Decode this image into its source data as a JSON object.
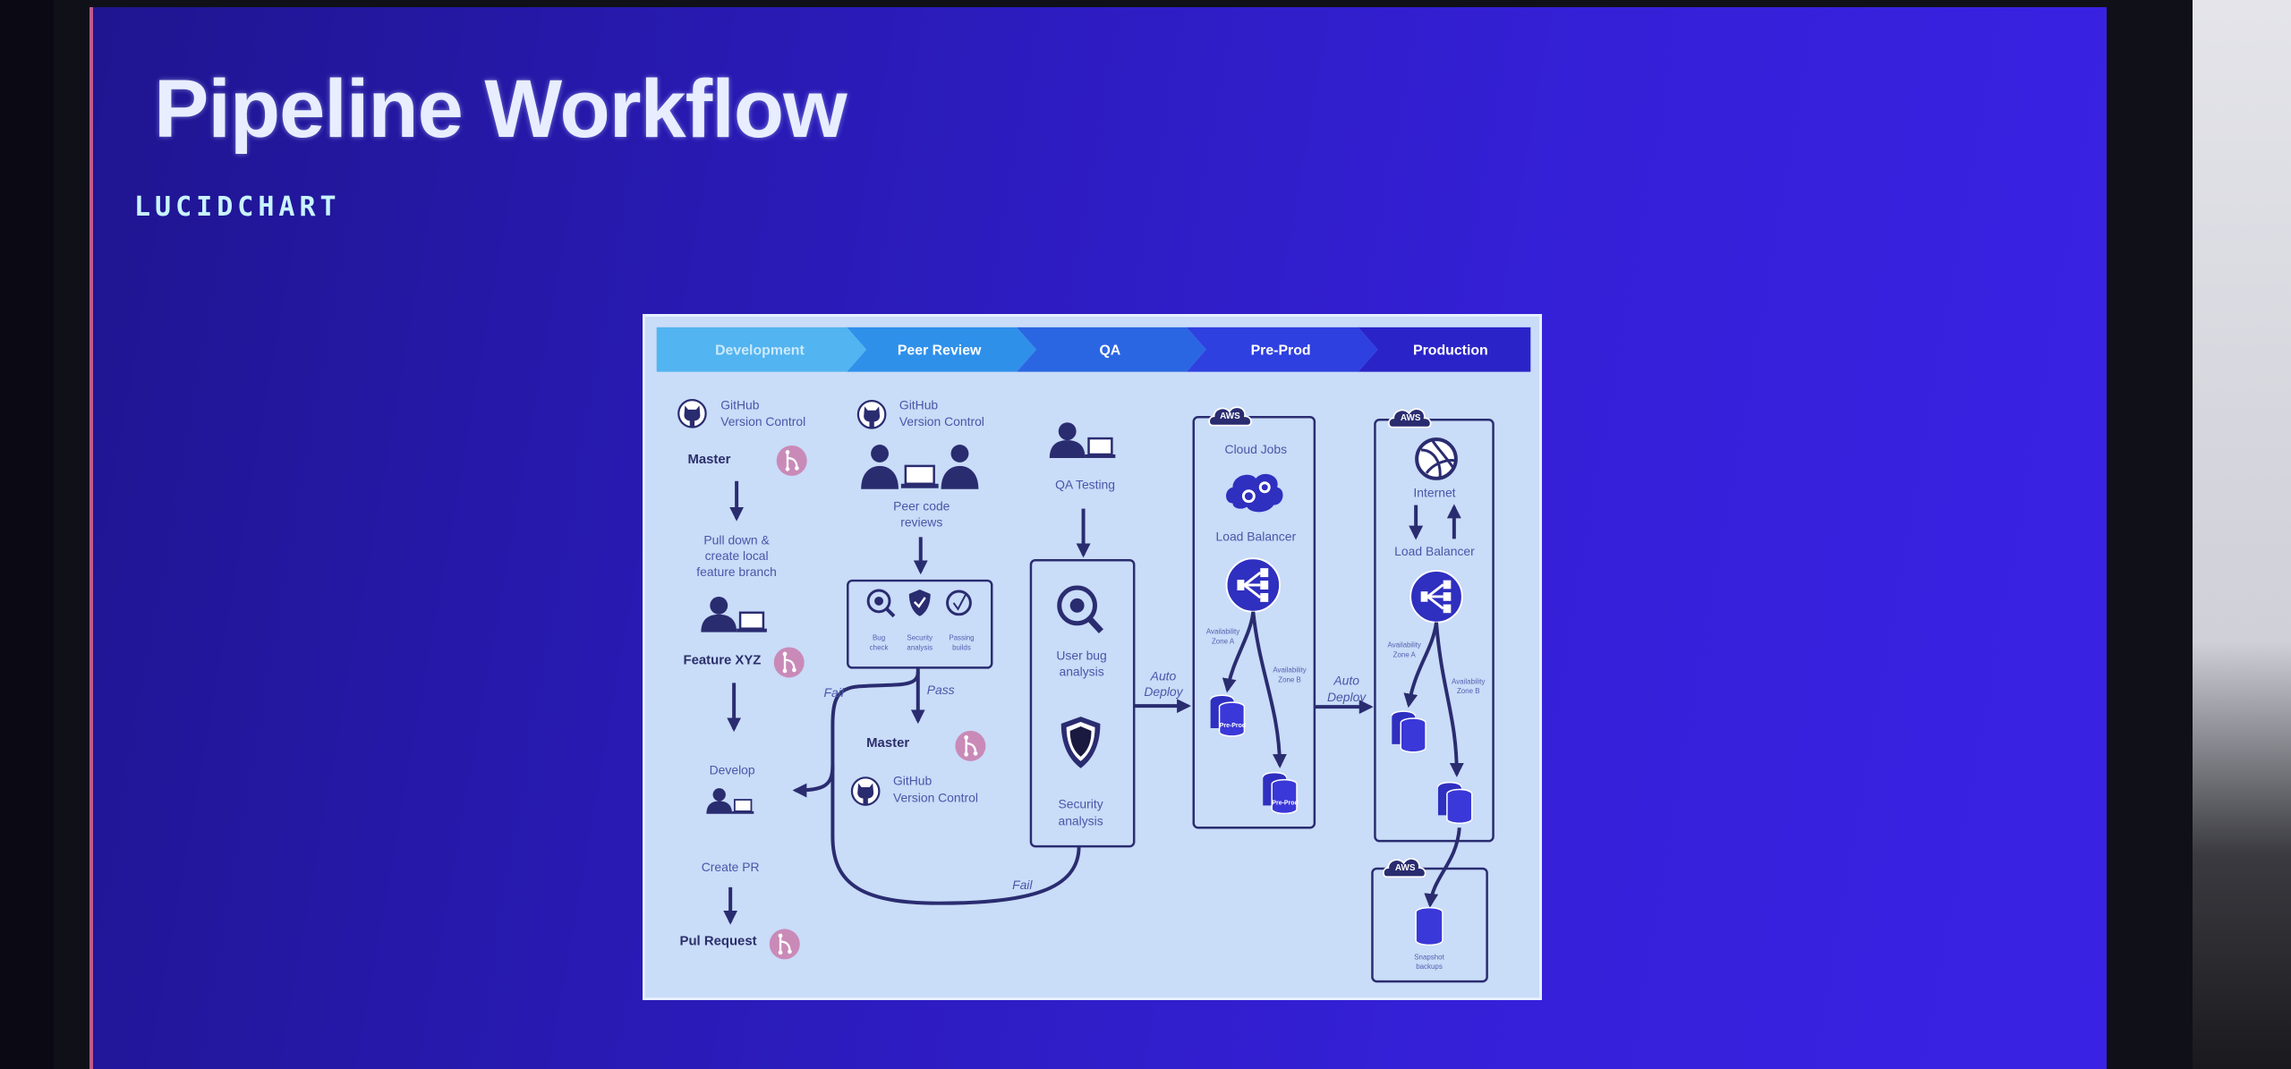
{
  "slide": {
    "title": "Pipeline Workflow",
    "brand": "LUCIDCHART"
  },
  "colors": {
    "slide_bg": "#2a1bb8",
    "diagram_bg": "#c9dcf8",
    "stage_colors": [
      "#52b4f0",
      "#2f90ea",
      "#2b66e2",
      "#2f40e0",
      "#2a24c8"
    ],
    "merge_icon": "#c98ab8",
    "line": "#2a2c70"
  },
  "stages": [
    {
      "label": "Development"
    },
    {
      "label": "Peer Review"
    },
    {
      "label": "QA"
    },
    {
      "label": "Pre-Prod"
    },
    {
      "label": "Production"
    }
  ],
  "development": {
    "github_line1": "GitHub",
    "github_line2": "Version Control",
    "master": "Master",
    "pull_line1": "Pull down &",
    "pull_line2": "create local",
    "pull_line3": "feature branch",
    "feature": "Feature XYZ",
    "develop": "Develop",
    "create_pr": "Create PR",
    "pull_request": "Pul Request"
  },
  "peer_review": {
    "github_line1": "GitHub",
    "github_line2": "Version Control",
    "peer_line1": "Peer code",
    "peer_line2": "reviews",
    "checks": [
      {
        "line1": "Bug",
        "line2": "check"
      },
      {
        "line1": "Security",
        "line2": "analysis"
      },
      {
        "line1": "Passing",
        "line2": "builds"
      }
    ],
    "pass": "Pass",
    "fail": "Fail",
    "master": "Master",
    "github2_line1": "GitHub",
    "github2_line2": "Version Control"
  },
  "qa": {
    "testing": "QA Testing",
    "bug_line1": "User bug",
    "bug_line2": "analysis",
    "sec_line1": "Security",
    "sec_line2": "analysis",
    "fail": "Fail",
    "deploy_line1": "Auto",
    "deploy_line2": "Deploy"
  },
  "pre_prod": {
    "aws": "AWS",
    "cloud_jobs": "Cloud Jobs",
    "load_balancer": "Load Balancer",
    "zone_a_line1": "Availability",
    "zone_a_line2": "Zone A",
    "zone_b_line1": "Availability",
    "zone_b_line2": "Zone B",
    "db_label": "Pre-Prod",
    "deploy_line1": "Auto",
    "deploy_line2": "Deploy"
  },
  "production": {
    "aws": "AWS",
    "internet": "Internet",
    "load_balancer": "Load Balancer",
    "zone_a_line1": "Availability",
    "zone_a_line2": "Zone A",
    "zone_b_line1": "Availability",
    "zone_b_line2": "Zone B",
    "backup_aws": "AWS",
    "snapshot_line1": "Snapshot",
    "snapshot_line2": "backups"
  }
}
